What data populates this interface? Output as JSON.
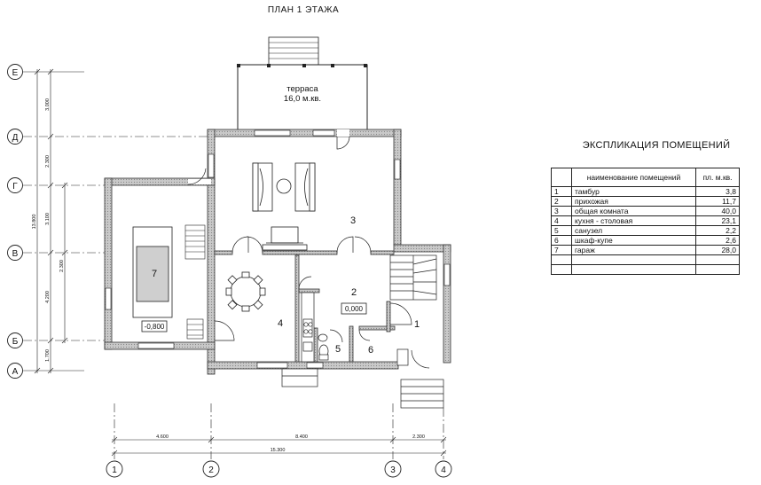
{
  "title": "ПЛАН  1  ЭТАЖА",
  "axes_rows": [
    "Е",
    "Д",
    "Г",
    "В",
    "Б",
    "А"
  ],
  "axes_cols": [
    "1",
    "2",
    "3",
    "4"
  ],
  "vertical_dims": [
    "3.000",
    "2.300",
    "3.100",
    "2.300",
    "4.200",
    "1.700",
    "13.800"
  ],
  "horizontal_dims": [
    "4.600",
    "8.400",
    "2.300",
    "15.300"
  ],
  "terrace": {
    "name": "терраса",
    "area": "16,0 м.кв."
  },
  "rooms": [
    "1",
    "2",
    "3",
    "4",
    "5",
    "6",
    "7"
  ],
  "levels": {
    "main": "0,000",
    "garage": "-0,800"
  },
  "explication": {
    "title": "ЭКСПЛИКАЦИЯ  ПОМЕЩЕНИЙ",
    "headers": [
      "",
      "наименование  помещений",
      "пл. м.кв."
    ],
    "rows": [
      [
        "1",
        "тамбур",
        "3,8"
      ],
      [
        "2",
        "прихожая",
        "11,7"
      ],
      [
        "3",
        "общая комната",
        "40,0"
      ],
      [
        "4",
        "кухня - столовая",
        "23,1"
      ],
      [
        "5",
        "санузел",
        "2,2"
      ],
      [
        "6",
        "шкаф-купе",
        "2,6"
      ],
      [
        "7",
        "гараж",
        "28,0"
      ],
      [
        "",
        "",
        ""
      ],
      [
        "",
        "",
        ""
      ]
    ]
  }
}
